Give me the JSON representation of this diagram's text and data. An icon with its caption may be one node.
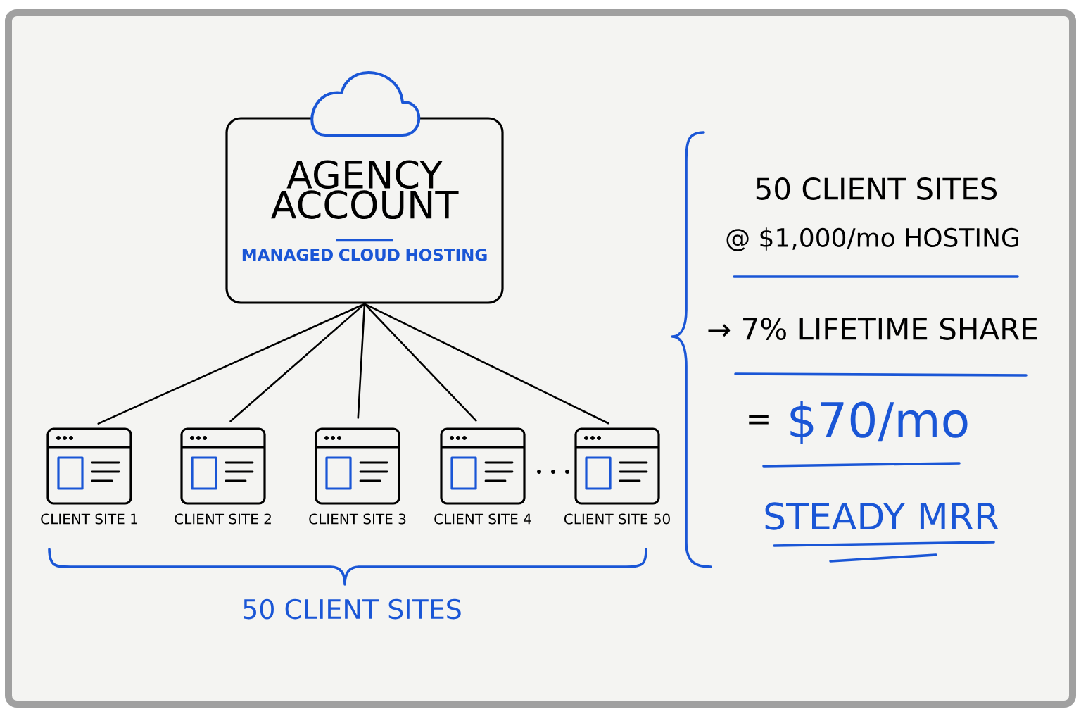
{
  "diagram": {
    "nodes": [
      {
        "text": [
          "AGENCY ACCOUNT",
          "MANAGED CLOUD HOSTING"
        ]
      },
      {
        "text": [
          "CLIENT SITE 1"
        ]
      },
      {
        "text": [
          "CLIENT SITE 2"
        ]
      },
      {
        "text": [
          "CLIENT SITE 3"
        ]
      },
      {
        "text": [
          "CLIENT SITE 4"
        ]
      },
      {
        "text": [
          "CLIENT SITE 50"
        ]
      }
    ],
    "edges": [
      {
        "from": 0,
        "to": 1,
        "arrow": "none"
      },
      {
        "from": 0,
        "to": 2,
        "arrow": "none"
      },
      {
        "from": 0,
        "to": 3,
        "arrow": "none"
      },
      {
        "from": 0,
        "to": 4,
        "arrow": "none"
      },
      {
        "from": 0,
        "to": 5,
        "arrow": "none"
      }
    ],
    "labels": [
      "50 CLIENT SITES",
      "@ $1,000/mo HOSTING",
      "→ 7% LIFETIME SHARE",
      "=",
      "$70/mo",
      "STEADY MRR",
      "50 CLIENT SITES"
    ]
  }
}
